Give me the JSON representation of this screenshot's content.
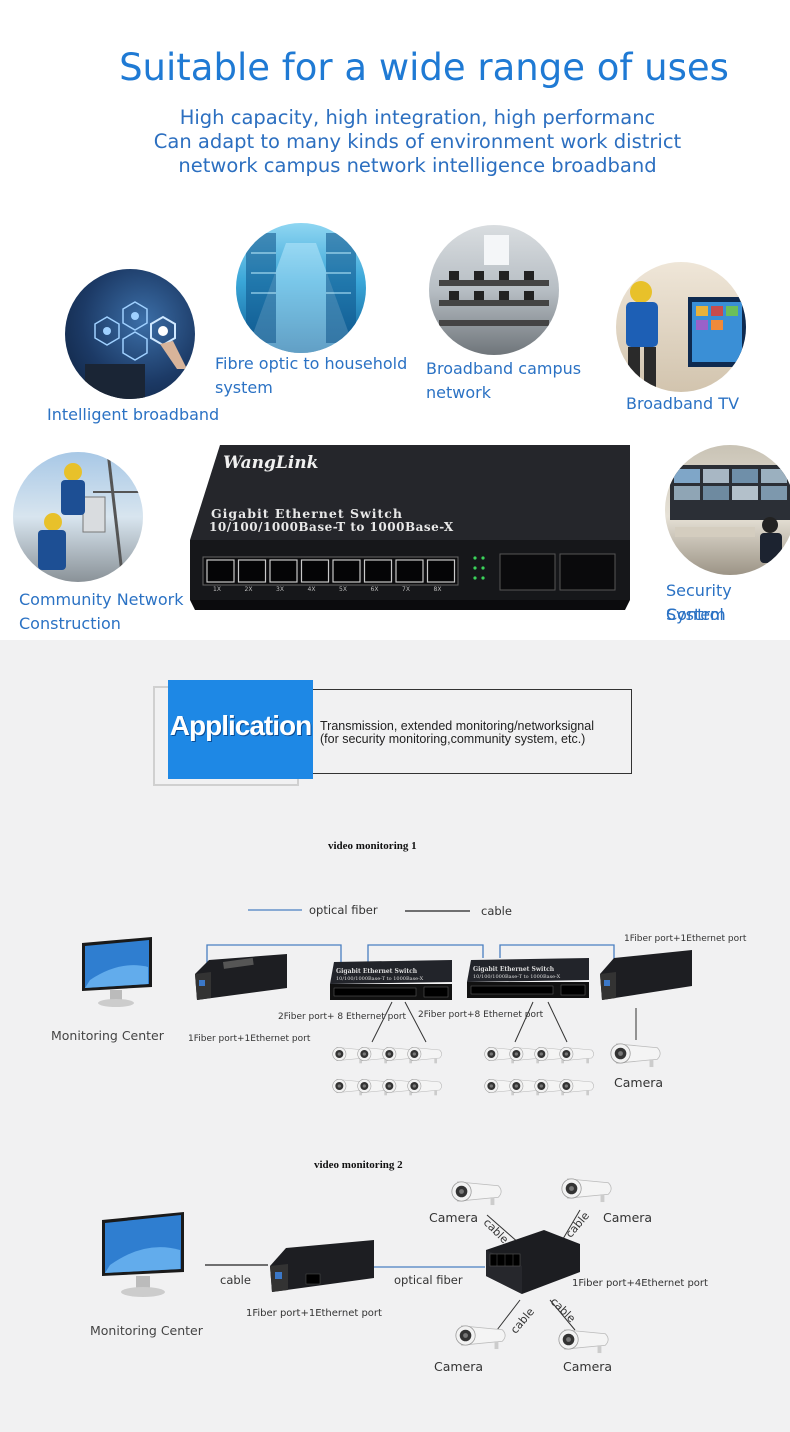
{
  "header": {
    "title": "Suitable for a wide range of uses",
    "subtitle_lines": [
      "High capacity, high integration, high performanc",
      "Can adapt to many kinds of environment work district",
      "network campus network intelligence broadband"
    ]
  },
  "uses": [
    {
      "label_lines": [
        "Intelligent broadband"
      ]
    },
    {
      "label_lines": [
        "Fibre optic to household",
        "system"
      ]
    },
    {
      "label_lines": [
        "Broadband campus",
        "network"
      ]
    },
    {
      "label_lines": [
        "Broadband TV"
      ]
    },
    {
      "label_lines": [
        "Community Network",
        "Construction"
      ]
    },
    {
      "label_lines": [
        "Security Control",
        "System"
      ]
    }
  ],
  "product": {
    "brand": "WangLink",
    "line1": "Gigabit Ethernet Switch",
    "line2": "10/100/1000Base-T to 1000Base-X",
    "ports": [
      "1X",
      "2X",
      "3X",
      "4X",
      "5X",
      "6X",
      "7X",
      "8X"
    ]
  },
  "application": {
    "badge": "Application",
    "line1": "Transmission, extended monitoring/networksignal",
    "line2": "(for security monitoring,community system, etc.)"
  },
  "diagram1": {
    "title": "video monitoring  1",
    "legend_fiber": "optical fiber",
    "legend_cable": "cable",
    "monitoring_center": "Monitoring Center",
    "converter_left_label": "1Fiber port+1Ethernet port",
    "switch1_label": "2Fiber port+ 8 Ethernet port",
    "switch2_label": "2Fiber port+8 Ethernet port",
    "converter_right_label": "1Fiber port+1Ethernet port",
    "camera": "Camera"
  },
  "diagram2": {
    "title": "video monitoring 2",
    "monitoring_center": "Monitoring Center",
    "cable": "cable",
    "optical_fiber": "optical fiber",
    "converter_label": "1Fiber port+1Ethernet port",
    "switch_label": "1Fiber port+4Ethernet port",
    "cameras": [
      "Camera",
      "Camera",
      "Camera",
      "Camera"
    ],
    "cable_labels": [
      "cable",
      "cable",
      "cable",
      "cable"
    ]
  },
  "colors": {
    "accent": "#1f7ad4",
    "caption": "#2b72c4",
    "badge": "#1e88e5",
    "fiber_line": "#4a7fc1",
    "device": "#1d1e22"
  }
}
